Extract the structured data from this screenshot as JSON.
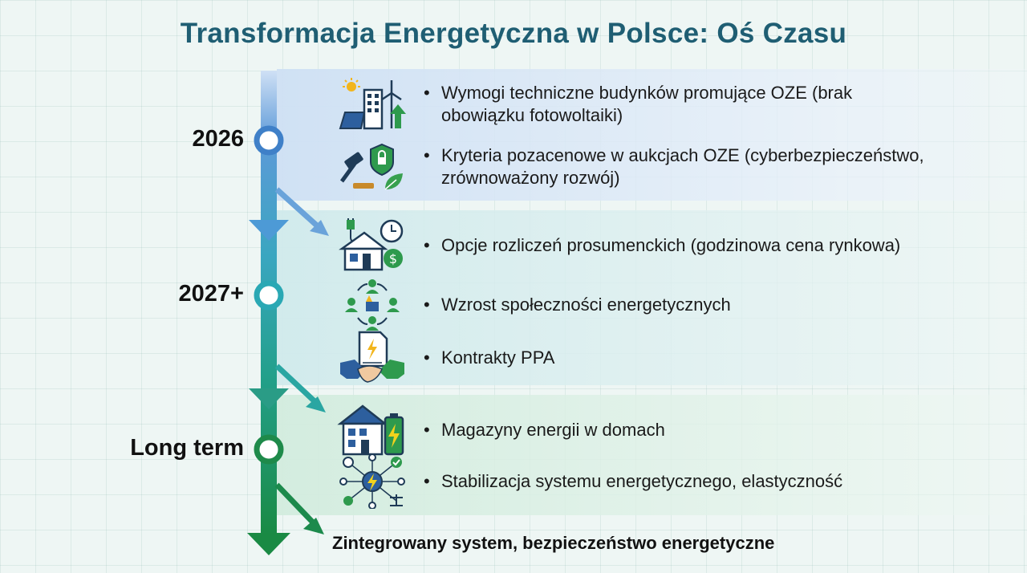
{
  "title": "Transformacja Energetyczna w Polsce: Oś Czasu",
  "colors": {
    "title": "#1f5e73",
    "stage1": "#4a8fd4",
    "stage2": "#2ba8a8",
    "stage3": "#1e8a4a"
  },
  "stages": [
    {
      "label": "2026",
      "items": [
        {
          "icon": "solar-building-icon",
          "text": "Wymogi techniczne budynków promujące OZE (brak obowiązku fotowoltaiki)"
        },
        {
          "icon": "gavel-shield-leaf-icon",
          "text": "Kryteria pozacenowe w aukcjach OZE (cyberbezpieczeństwo, zrównoważony rozwój)"
        }
      ]
    },
    {
      "label": "2027+",
      "items": [
        {
          "icon": "house-plug-clock-icon",
          "text": "Opcje rozliczeń prosumenckich (godzinowa cena rynkowa)"
        },
        {
          "icon": "community-icon",
          "text": "Wzrost społeczności energetycznych"
        },
        {
          "icon": "handshake-contract-icon",
          "text": "Kontrakty PPA"
        }
      ]
    },
    {
      "label": "Long term",
      "items": [
        {
          "icon": "house-battery-icon",
          "text": "Magazyny energii w domach"
        },
        {
          "icon": "grid-network-icon",
          "text": "Stabilizacja systemu energetycznego, elastyczność"
        }
      ]
    }
  ],
  "final": "Zintegrowany system, bezpieczeństwo energetyczne"
}
